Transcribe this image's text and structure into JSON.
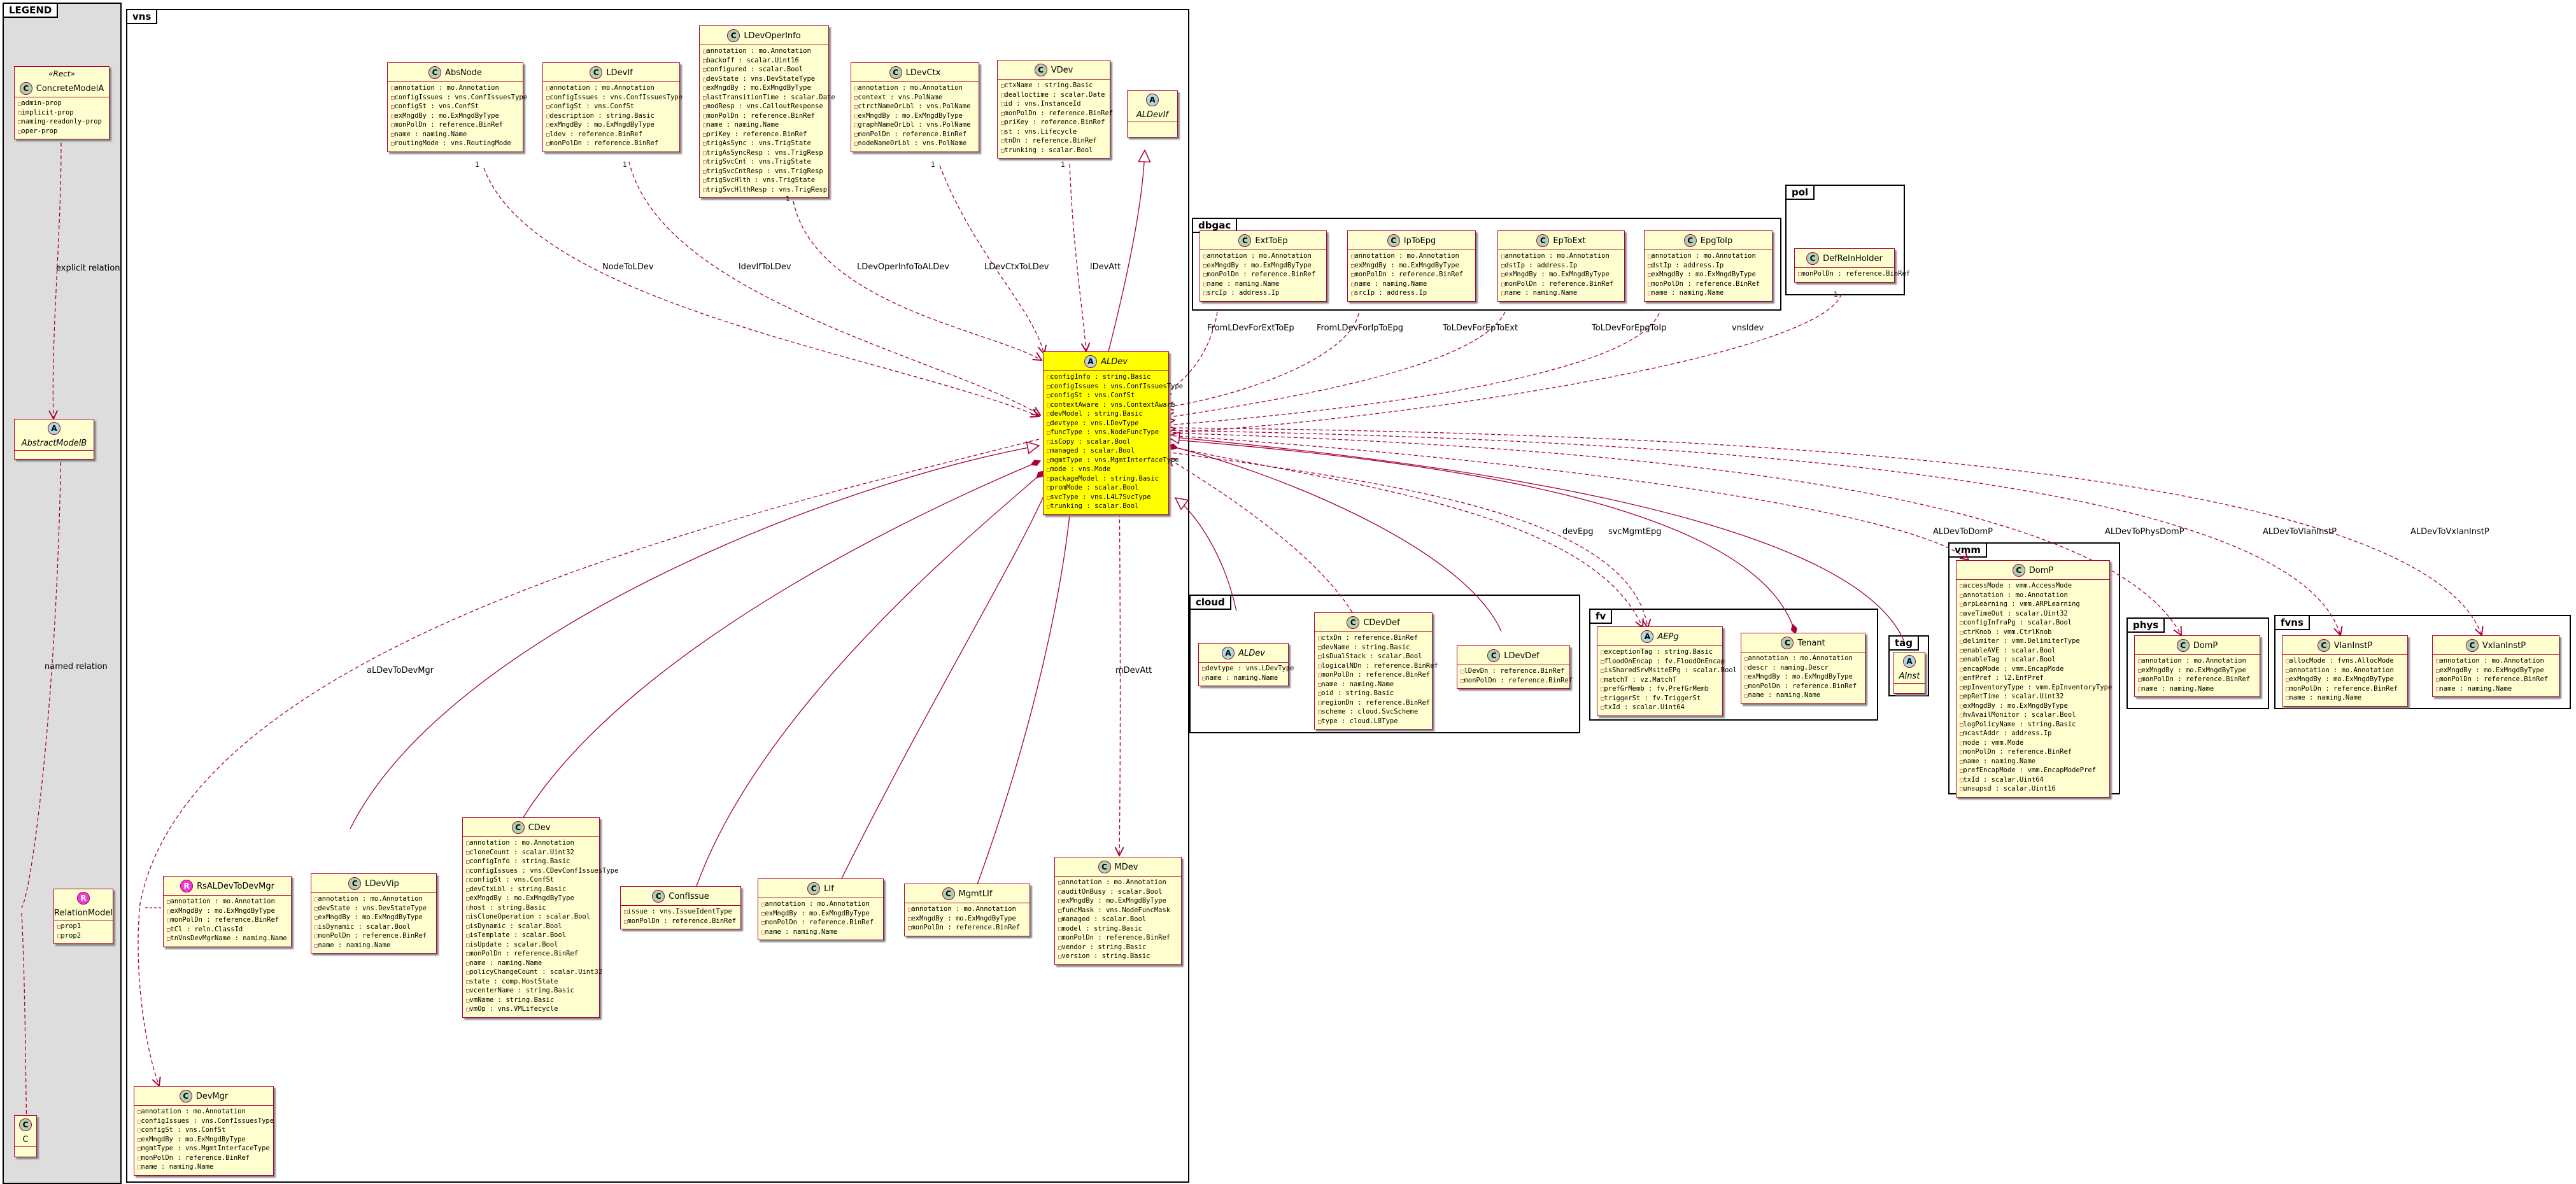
{
  "packages": {
    "legend": "LEGEND",
    "vns": "vns",
    "dbgac": "dbgac",
    "pol": "pol",
    "cloud": "cloud",
    "fv": "fv",
    "tag": "tag",
    "vmm": "vmm",
    "phys": "phys",
    "fvns": "fvns"
  },
  "classes": {
    "concreteModelA": {
      "stereotype": "«Rect»",
      "name": "ConcreteModelA",
      "type": "C",
      "attrs": [
        "admin-prop",
        "implicit-prop",
        "naming-readonly-prop",
        "oper-prop"
      ]
    },
    "abstractModelB": {
      "name": "AbstractModelB",
      "type": "A",
      "attrs": []
    },
    "relationModel": {
      "name": "RelationModel",
      "type": "R",
      "attrs": [
        "prop1",
        "prop2"
      ]
    },
    "legendC": {
      "name": "C",
      "type": "C",
      "attrs": []
    },
    "absNode": {
      "name": "AbsNode",
      "type": "C",
      "attrs": [
        "annotation : mo.Annotation",
        "configIssues : vns.ConfIssuesType",
        "configSt : vns.ConfSt",
        "exMngdBy : mo.ExMngdByType",
        "monPolDn : reference.BinRef",
        "name : naming.Name",
        "routingMode : vns.RoutingMode"
      ]
    },
    "lDevIf": {
      "name": "LDevIf",
      "type": "C",
      "attrs": [
        "annotation : mo.Annotation",
        "configIssues : vns.ConfIssuesType",
        "configSt : vns.ConfSt",
        "description : string.Basic",
        "exMngdBy : mo.ExMngdByType",
        "ldev : reference.BinRef",
        "monPolDn : reference.BinRef"
      ]
    },
    "lDevOperInfo": {
      "name": "LDevOperInfo",
      "type": "C",
      "attrs": [
        "annotation : mo.Annotation",
        "backoff : scalar.Uint16",
        "configured : scalar.Bool",
        "devState : vns.DevStateType",
        "exMngdBy : mo.ExMngdByType",
        "lastTransitionTime : scalar.Date",
        "modResp : vns.CalloutResponse",
        "monPolDn : reference.BinRef",
        "name : naming.Name",
        "priKey : reference.BinRef",
        "trigAsSync : vns.TrigState",
        "trigAsSyncResp : vns.TrigResp",
        "trigSvcCnt : vns.TrigState",
        "trigSvcCntResp : vns.TrigResp",
        "trigSvcHlth : vns.TrigState",
        "trigSvcHlthResp : vns.TrigResp"
      ]
    },
    "lDevCtx": {
      "name": "LDevCtx",
      "type": "C",
      "attrs": [
        "annotation : mo.Annotation",
        "context : vns.PolName",
        "ctrctNameOrLbl : vns.PolName",
        "exMngdBy : mo.ExMngdByType",
        "graphNameOrLbl : vns.PolName",
        "monPolDn : reference.BinRef",
        "nodeNameOrLbl : vns.PolName"
      ]
    },
    "vDev": {
      "name": "VDev",
      "type": "C",
      "attrs": [
        "ctxName : string.Basic",
        "dealloctime : scalar.Date",
        "id : vns.InstanceId",
        "monPolDn : reference.BinRef",
        "priKey : reference.BinRef",
        "st : vns.Lifecycle",
        "tnDn : reference.BinRef",
        "trunking : scalar.Bool"
      ]
    },
    "aLDevIf": {
      "name": "ALDevIf",
      "type": "A",
      "attrs": []
    },
    "extToEp": {
      "name": "ExtToEp",
      "type": "C",
      "attrs": [
        "annotation : mo.Annotation",
        "exMngdBy : mo.ExMngdByType",
        "monPolDn : reference.BinRef",
        "name : naming.Name",
        "srcIp : address.Ip"
      ]
    },
    "ipToEpg": {
      "name": "IpToEpg",
      "type": "C",
      "attrs": [
        "annotation : mo.Annotation",
        "exMngdBy : mo.ExMngdByType",
        "monPolDn : reference.BinRef",
        "name : naming.Name",
        "srcIp : address.Ip"
      ]
    },
    "epToExt": {
      "name": "EpToExt",
      "type": "C",
      "attrs": [
        "annotation : mo.Annotation",
        "dstIp : address.Ip",
        "exMngdBy : mo.ExMngdByType",
        "monPolDn : reference.BinRef",
        "name : naming.Name"
      ]
    },
    "epgToIp": {
      "name": "EpgToIp",
      "type": "C",
      "attrs": [
        "annotation : mo.Annotation",
        "dstIp : address.Ip",
        "exMngdBy : mo.ExMngdByType",
        "monPolDn : reference.BinRef",
        "name : naming.Name"
      ]
    },
    "defRelnHolder": {
      "name": "DefRelnHolder",
      "type": "C",
      "attrs": [
        "monPolDn : reference.BinRef"
      ]
    },
    "aLDev": {
      "name": "ALDev",
      "type": "A",
      "attrs": [
        "configInfo : string.Basic",
        "configIssues : vns.ConfIssuesType",
        "configSt : vns.ConfSt",
        "contextAware : vns.ContextAware",
        "devModel : string.Basic",
        "devtype : vns.LDevType",
        "funcType : vns.NodeFuncType",
        "isCopy : scalar.Bool",
        "managed : scalar.Bool",
        "mgmtType : vns.MgmtInterfaceType",
        "mode : vns.Mode",
        "packageModel : string.Basic",
        "promMode : scalar.Bool",
        "svcType : vns.L4L7SvcType",
        "trunking : scalar.Bool"
      ]
    },
    "cloudALDev": {
      "name": "ALDev",
      "type": "A",
      "attrs": [
        "devtype : vns.LDevType",
        "name : naming.Name"
      ]
    },
    "cDevDef": {
      "name": "CDevDef",
      "type": "C",
      "attrs": [
        "ctxDn : reference.BinRef",
        "devName : string.Basic",
        "isDualStack : scalar.Bool",
        "logicalNDn : reference.BinRef",
        "monPolDn : reference.BinRef",
        "name : naming.Name",
        "oid : string.Basic",
        "regionDn : reference.BinRef",
        "scheme : cloud.SvcScheme",
        "type : cloud.L8Type"
      ]
    },
    "lDevDef": {
      "name": "LDevDef",
      "type": "C",
      "attrs": [
        "lDevDn : reference.BinRef",
        "monPolDn : reference.BinRef"
      ]
    },
    "aEPg": {
      "name": "AEPg",
      "type": "A",
      "attrs": [
        "exceptionTag : string.Basic",
        "floodOnEncap : fv.FloodOnEncap",
        "isSharedSrvMsiteEPg : scalar.Bool",
        "matchT : vz.MatchT",
        "prefGrMemb : fv.PrefGrMemb",
        "triggerSt : fv.TriggerSt",
        "txId : scalar.Uint64"
      ]
    },
    "tenant": {
      "name": "Tenant",
      "type": "C",
      "attrs": [
        "annotation : mo.Annotation",
        "descr : naming.Descr",
        "exMngdBy : mo.ExMngdByType",
        "monPolDn : reference.BinRef",
        "name : naming.Name"
      ]
    },
    "aInst": {
      "name": "AInst",
      "type": "A",
      "attrs": []
    },
    "vmmDomP": {
      "name": "DomP",
      "type": "C",
      "attrs": [
        "accessMode : vmm.AccessMode",
        "annotation : mo.Annotation",
        "arpLearning : vmm.ARPLearning",
        "aveTimeOut : scalar.Uint32",
        "configInfraPg : scalar.Bool",
        "ctrKnob : vmm.CtrlKnob",
        "delimiter : vmm.DelimiterType",
        "enableAVE : scalar.Bool",
        "enableTag : scalar.Bool",
        "encapMode : vmm.EncapMode",
        "enfPref : l2.EnfPref",
        "epInventoryType : vmm.EpInventoryType",
        "epRetTime : scalar.Uint32",
        "exMngdBy : mo.ExMngdByType",
        "hvAvailMonitor : scalar.Bool",
        "logPolicyName : string.Basic",
        "mcastAddr : address.Ip",
        "mode : vmm.Mode",
        "monPolDn : reference.BinRef",
        "name : naming.Name",
        "prefEncapMode : vmm.EncapModePref",
        "txId : scalar.Uint64",
        "unsupsd : scalar.Uint16"
      ]
    },
    "physDomP": {
      "name": "DomP",
      "type": "C",
      "attrs": [
        "annotation : mo.Annotation",
        "exMngdBy : mo.ExMngdByType",
        "monPolDn : reference.BinRef",
        "name : naming.Name"
      ]
    },
    "vlanInstP": {
      "name": "VlanInstP",
      "type": "C",
      "attrs": [
        "allocMode : fvns.AllocMode",
        "annotation : mo.Annotation",
        "exMngdBy : mo.ExMngdByType",
        "monPolDn : reference.BinRef",
        "name : naming.Name"
      ]
    },
    "vxlanInstP": {
      "name": "VxlanInstP",
      "type": "C",
      "attrs": [
        "annotation : mo.Annotation",
        "exMngdBy : mo.ExMngdByType",
        "monPolDn : reference.BinRef",
        "name : naming.Name"
      ]
    },
    "rsALDevToDevMgr": {
      "name": "RsALDevToDevMgr",
      "type": "R",
      "attrs": [
        "annotation : mo.Annotation",
        "exMngdBy : mo.ExMngdByType",
        "monPolDn : reference.BinRef",
        "tCl : reln.ClassId",
        "tnVnsDevMgrName : naming.Name"
      ]
    },
    "lDevVip": {
      "name": "LDevVip",
      "type": "C",
      "attrs": [
        "annotation : mo.Annotation",
        "devState : vns.DevStateType",
        "exMngdBy : mo.ExMngdByType",
        "isDynamic : scalar.Bool",
        "monPolDn : reference.BinRef",
        "name : naming.Name"
      ]
    },
    "cDev": {
      "name": "CDev",
      "type": "C",
      "attrs": [
        "annotation : mo.Annotation",
        "cloneCount : scalar.Uint32",
        "configInfo : string.Basic",
        "configIssues : vns.CDevConfIssuesType",
        "configSt : vns.ConfSt",
        "devCtxLbl : string.Basic",
        "exMngdBy : mo.ExMngdByType",
        "host : string.Basic",
        "isCloneOperation : scalar.Bool",
        "isDynamic : scalar.Bool",
        "isTemplate : scalar.Bool",
        "isUpdate : scalar.Bool",
        "monPolDn : reference.BinRef",
        "name : naming.Name",
        "policyChangeCount : scalar.Uint32",
        "state : comp.HostState",
        "vcenterName : string.Basic",
        "vmName : string.Basic",
        "vmOp : vns.VMLifecycle"
      ]
    },
    "confIssue": {
      "name": "ConfIssue",
      "type": "C",
      "attrs": [
        "issue : vns.IssueIdentType",
        "monPolDn : reference.BinRef"
      ]
    },
    "lIf": {
      "name": "LIf",
      "type": "C",
      "attrs": [
        "annotation : mo.Annotation",
        "exMngdBy : mo.ExMngdByType",
        "monPolDn : reference.BinRef",
        "name : naming.Name"
      ]
    },
    "mgmtLIf": {
      "name": "MgmtLIf",
      "type": "C",
      "attrs": [
        "annotation : mo.Annotation",
        "exMngdBy : mo.ExMngdByType",
        "monPolDn : reference.BinRef"
      ]
    },
    "mDev": {
      "name": "MDev",
      "type": "C",
      "attrs": [
        "annotation : mo.Annotation",
        "auditOnBusy : scalar.Bool",
        "exMngdBy : mo.ExMngdByType",
        "funcMask : vns.NodeFuncMask",
        "managed : scalar.Bool",
        "model : string.Basic",
        "monPolDn : reference.BinRef",
        "vendor : string.Basic",
        "version : string.Basic"
      ]
    },
    "devMgr": {
      "name": "DevMgr",
      "type": "C",
      "attrs": [
        "annotation : mo.Annotation",
        "configIssues : vns.ConfIssuesType",
        "configSt : vns.ConfSt",
        "exMngdBy : mo.ExMngdByType",
        "mgmtType : vns.MgmtInterfaceType",
        "monPolDn : reference.BinRef",
        "name : naming.Name"
      ]
    }
  },
  "labels": {
    "explicitRelation": "explicit relation",
    "namedRelation": "named relation",
    "nodeToLDev": "NodeToLDev",
    "ldevIfToLDev": "ldevIfToLDev",
    "lDevOperInfoToALDev": "LDevOperInfoToALDev",
    "lDevCtxToLDev": "LDevCtxToLDev",
    "lDevAtt": "lDevAtt",
    "fromLDevForExtToEp": "FromLDevForExtToEp",
    "fromLDevForIpToEpg": "FromLDevForIpToEpg",
    "toLDevForEpToExt": "ToLDevForEpToExt",
    "toLDevForEpgToIp": "ToLDevForEpgToIp",
    "vnsldev": "vnsldev",
    "devEpg": "devEpg",
    "svcMgmtEpg": "svcMgmtEpg",
    "aLDevToDomP": "ALDevToDomP",
    "aLDevToPhysDomP": "ALDevToPhysDomP",
    "aLDevToVlanInstP": "ALDevToVlanInstP",
    "aLDevToVxlanInstP": "ALDevToVxlanInstP",
    "aLDevToDevMgr": "aLDevToDevMgr",
    "mDevAtt": "mDevAtt",
    "m1": "1",
    "mStar": "*"
  },
  "colors": {
    "classFill": "#fefece",
    "classBorder": "#a80036",
    "highlight": "#ffff00",
    "edge": "#a80036",
    "legendBg": "#dddddd"
  }
}
